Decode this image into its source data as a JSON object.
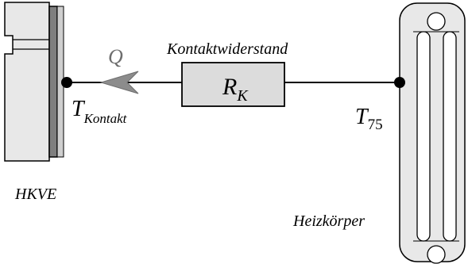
{
  "diagram": {
    "heat_flow_label": "Q",
    "resistance_caption": "Kontaktwiderstand",
    "resistance_symbol": "R",
    "resistance_subscript": "K",
    "left_node_symbol": "T",
    "left_node_subscript": "Kontakt",
    "right_node_symbol": "T",
    "right_node_subscript": "75",
    "left_device_label": "HKVE",
    "right_device_label": "Heizkörper"
  },
  "colors": {
    "device_fill": "#e8e8e8",
    "plate_fill": "#7f7f7f",
    "resistor_fill": "#dcdcdc",
    "arrow_fill": "#8c8c8c",
    "stroke": "#000000"
  }
}
